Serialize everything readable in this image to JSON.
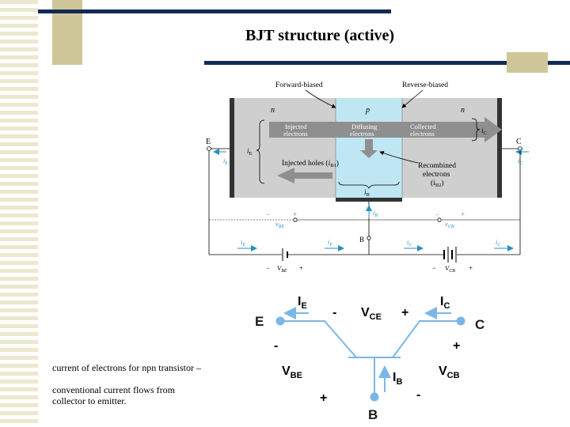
{
  "title": "BJT structure (active)",
  "figure": {
    "forward_biased": "Forward-biased",
    "reverse_biased": "Reverse-biased",
    "emitter_region": "n",
    "base_region": "p",
    "collector_region": "n",
    "injected_electrons_1": "Injected",
    "injected_electrons_2": "electrons",
    "diffusing_electrons_1": "Diffusing",
    "diffusing_electrons_2": "electrons",
    "collected_electrons_1": "Collected",
    "collected_electrons_2": "electrons",
    "injected_holes": "Injected holes (",
    "injected_holes_sym": "i",
    "injected_holes_sub": "B1",
    "recombined_1": "Recombined",
    "recombined_2": "electrons",
    "recombined_sym": "(i",
    "recombined_sub": "B2",
    "recombined_close": ")",
    "iB_under": "i",
    "iB_under_sub": "B",
    "iE_brace": "i",
    "iE_brace_sub": "E",
    "iC_brace": "i",
    "iC_brace_sub": "C",
    "terminal_e": "E",
    "terminal_c": "C",
    "terminal_b": "B",
    "iE_arrow": "i",
    "iE_arrow_sub": "E",
    "iC_arrow": "i",
    "iC_arrow_sub": "C",
    "iB_arrow": "i",
    "iB_arrow_sub": "B",
    "vbe": "v",
    "vbe_sub": "BE",
    "vcb": "v",
    "vcb_sub": "CB",
    "VBE_source": "V",
    "VBE_source_sub": "BE",
    "VCB_source": "V",
    "VCB_source_sub": "CB",
    "minus": "−",
    "plus": "+"
  },
  "schematic": {
    "IE": "I",
    "IE_sub": "E",
    "IC": "I",
    "IC_sub": "C",
    "IB": "I",
    "IB_sub": "B",
    "VCE": "V",
    "VCE_sub": "CE",
    "VBE": "V",
    "VBE_sub": "BE",
    "VCB": "V",
    "VCB_sub": "CB",
    "E": "E",
    "C": "C",
    "B": "B",
    "minus": "-",
    "plus": "+"
  },
  "caption": {
    "line1": "current of electrons for npn transistor –",
    "line2": "conventional current flows from",
    "line3": "collector to emitter."
  },
  "colors": {
    "navy": "#132b52",
    "tan": "#cfc79a",
    "stripe": "#ece8cf",
    "base_region": "#bfe6f3",
    "outer_region": "#cfcfcf",
    "arrow_gray": "#8f8f8f",
    "circuit_blue": "#2a8fc0",
    "schematic_blue": "#7ab7e8"
  }
}
